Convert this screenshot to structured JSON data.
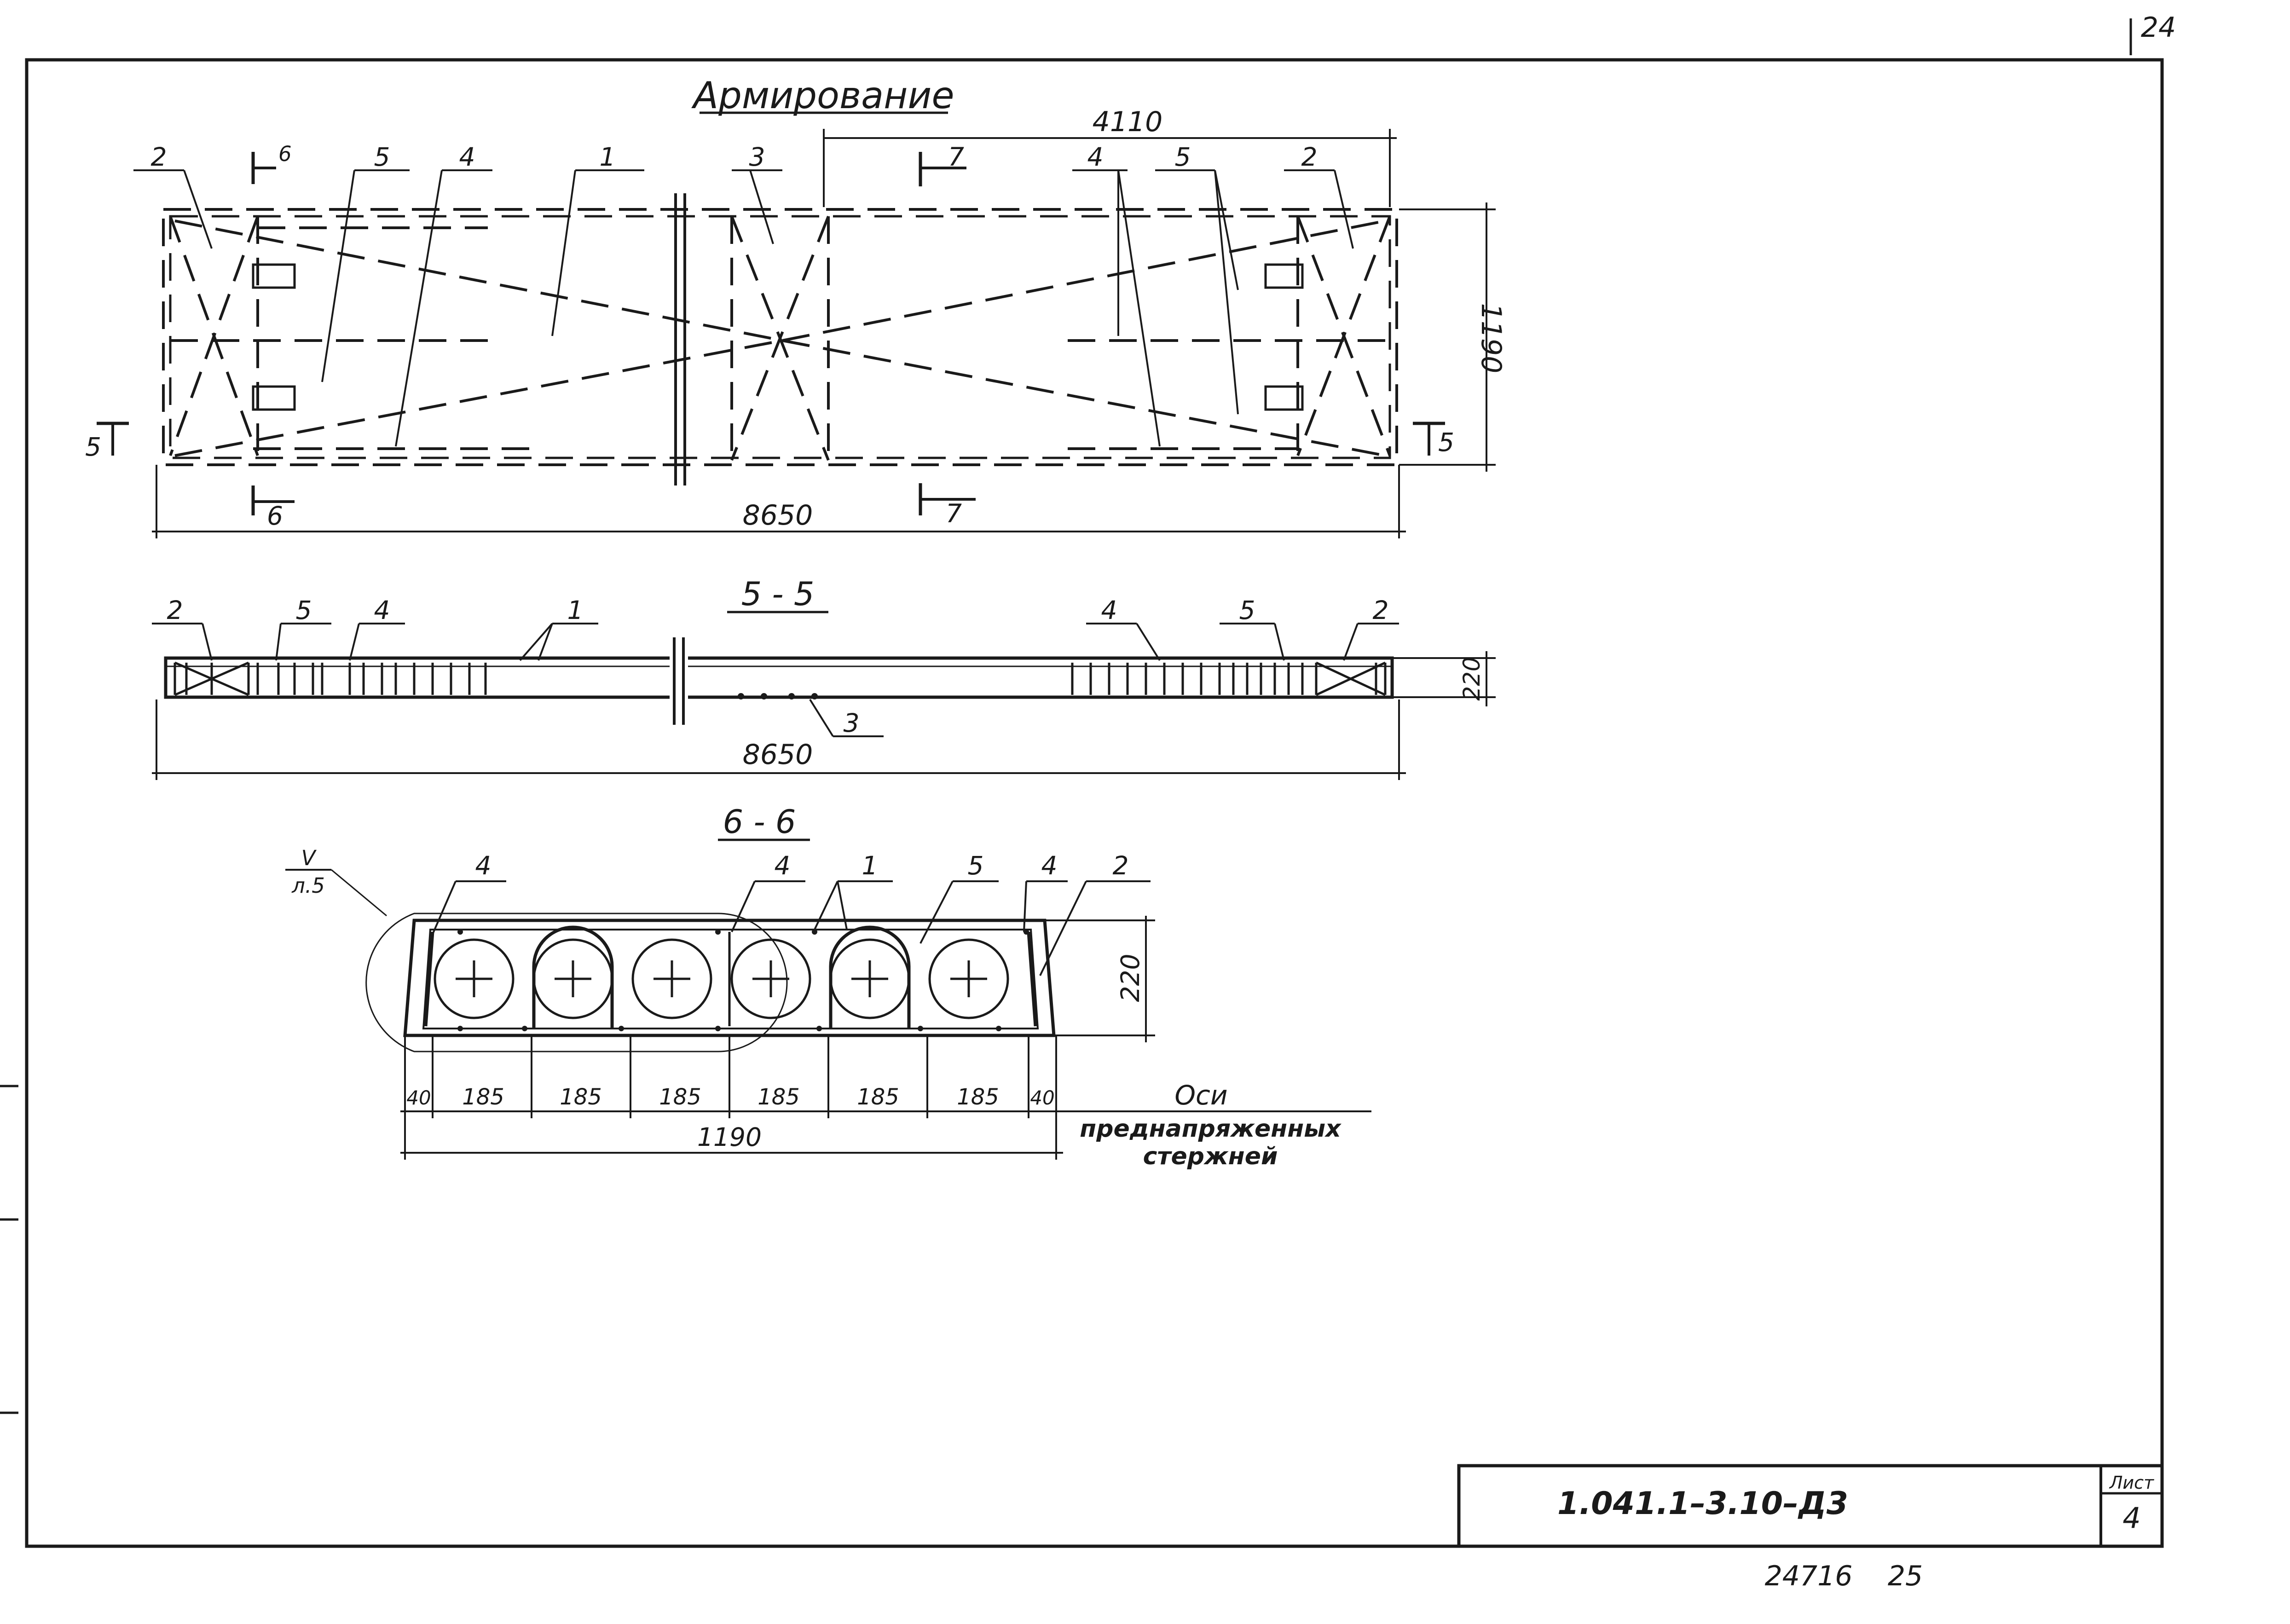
{
  "sheet_corner_number": "24",
  "plan": {
    "title": "Армирование",
    "dim_top": "4110",
    "dim_length": "8650",
    "dim_width": "1190",
    "cut_6": "6",
    "cut_7": "7",
    "cut_5": "5",
    "labels": [
      "2",
      "5",
      "4",
      "1",
      "3",
      "4",
      "5",
      "2"
    ]
  },
  "section_5_5": {
    "title": "5 - 5",
    "dim_length": "8650",
    "dim_height": "220",
    "labels": [
      "2",
      "5",
      "4",
      "1",
      "4",
      "5",
      "2",
      "3"
    ]
  },
  "section_6_6": {
    "title": "6 - 6",
    "detail_ref_top": "V",
    "detail_ref_bottom": "л.5",
    "dim_height": "220",
    "dim_total": "1190",
    "spacing": [
      "40",
      "185",
      "185",
      "185",
      "185",
      "185",
      "185",
      "40"
    ],
    "labels": [
      "4",
      "4",
      "1",
      "5",
      "4",
      "2"
    ],
    "axis_note_1": "Оси",
    "axis_note_2": "преднапряженных",
    "axis_note_3": "стержней"
  },
  "title_block": {
    "code": "1.041.1–3.10–Д3",
    "sheet_label": "Лист",
    "sheet_number": "4",
    "footer_number": "24716",
    "footer_extra": "25"
  }
}
